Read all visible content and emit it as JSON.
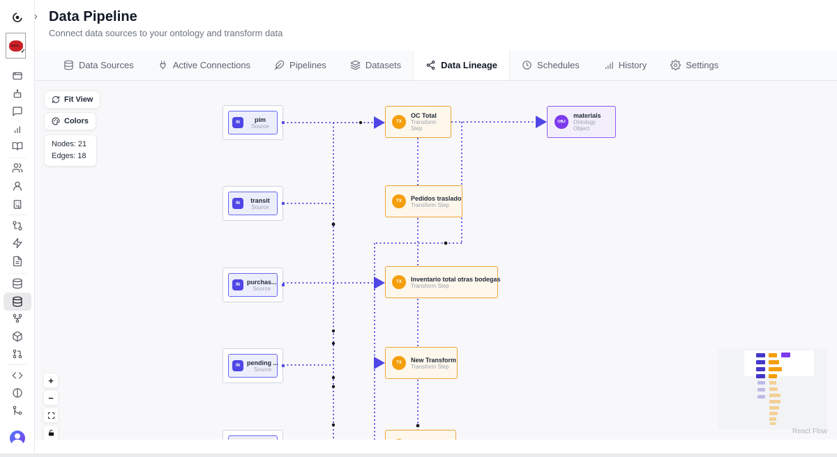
{
  "header": {
    "title": "Data Pipeline",
    "subtitle": "Connect data sources to your ontology and transform data"
  },
  "tabs": {
    "data_sources": "Data Sources",
    "active_connections": "Active Connections",
    "pipelines": "Pipelines",
    "datasets": "Datasets",
    "data_lineage": "Data Lineage",
    "schedules": "Schedules",
    "history": "History",
    "settings": "Settings"
  },
  "flow_panel": {
    "fit_view": "Fit View",
    "colors": "Colors",
    "nodes_count": "Nodes: 21",
    "edges_count": "Edges: 18"
  },
  "zoom_controls": {
    "zoom_in": "+",
    "zoom_out": "−"
  },
  "nodes": {
    "sources": [
      {
        "badge": "IN",
        "title": "pim",
        "subtitle": "Source"
      },
      {
        "badge": "IN",
        "title": "transit",
        "subtitle": "Source"
      },
      {
        "badge": "IN",
        "title": "purchas...",
        "subtitle": "Source"
      },
      {
        "badge": "IN",
        "title": "pending ...",
        "subtitle": "Source"
      }
    ],
    "transforms": [
      {
        "badge": "TX",
        "title": "OC Total",
        "subtitle": "Transform Step"
      },
      {
        "badge": "TX",
        "title": "Pedidos traslado",
        "subtitle": "Transform Step"
      },
      {
        "badge": "TX",
        "title": "Inventario total otras bodegas",
        "subtitle": "Transform Step"
      },
      {
        "badge": "TX",
        "title": "New Transform",
        "subtitle": "Transform Step"
      }
    ],
    "ontology": [
      {
        "badge": "OBJ",
        "title": "materials",
        "subtitle": "Ontology Object"
      }
    ]
  },
  "stats": {
    "nodes": 21,
    "edges": 18
  },
  "colors": {
    "edge_indigo": "#4f46e5",
    "transform_orange": "#f59e0b",
    "ontology_purple": "#7c3aed"
  },
  "attribution": "React Flow"
}
